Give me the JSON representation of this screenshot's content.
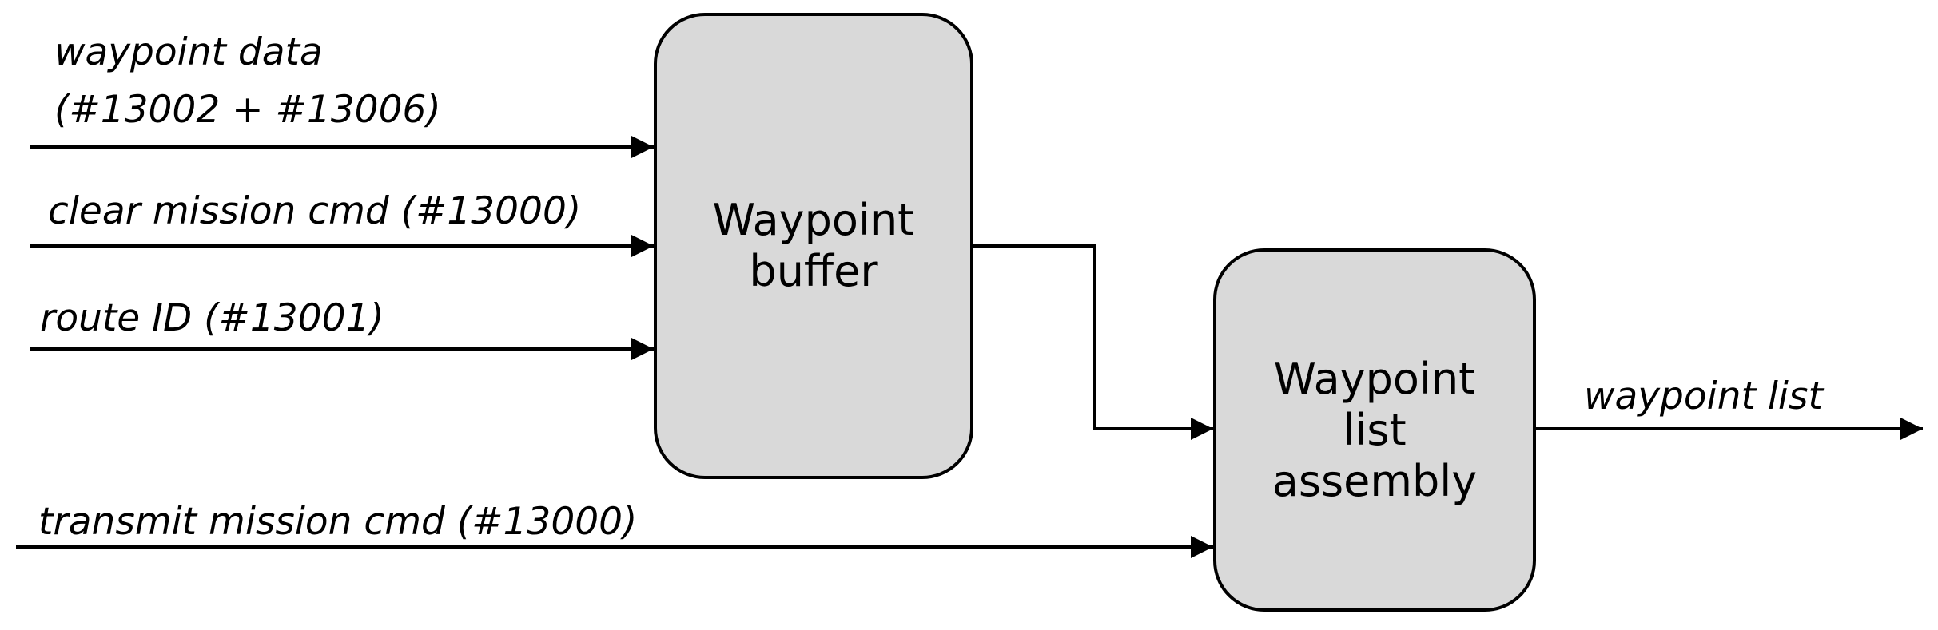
{
  "colors": {
    "stroke": "#000000",
    "box_fill": "#d9d9d9",
    "text": "#000000",
    "background": "#ffffff"
  },
  "inputs": {
    "waypoint_data": {
      "line1": "waypoint data",
      "line2": "(#13002 + #13006)"
    },
    "clear_mission_cmd": "clear mission cmd (#13000)",
    "route_id": "route ID (#13001)",
    "transmit_mission_cmd": "transmit mission cmd (#13000)"
  },
  "blocks": {
    "waypoint_buffer": "Waypoint\nbuffer",
    "waypoint_list_assembly": "Waypoint\nlist\nassembly"
  },
  "outputs": {
    "waypoint_list": "waypoint list"
  }
}
